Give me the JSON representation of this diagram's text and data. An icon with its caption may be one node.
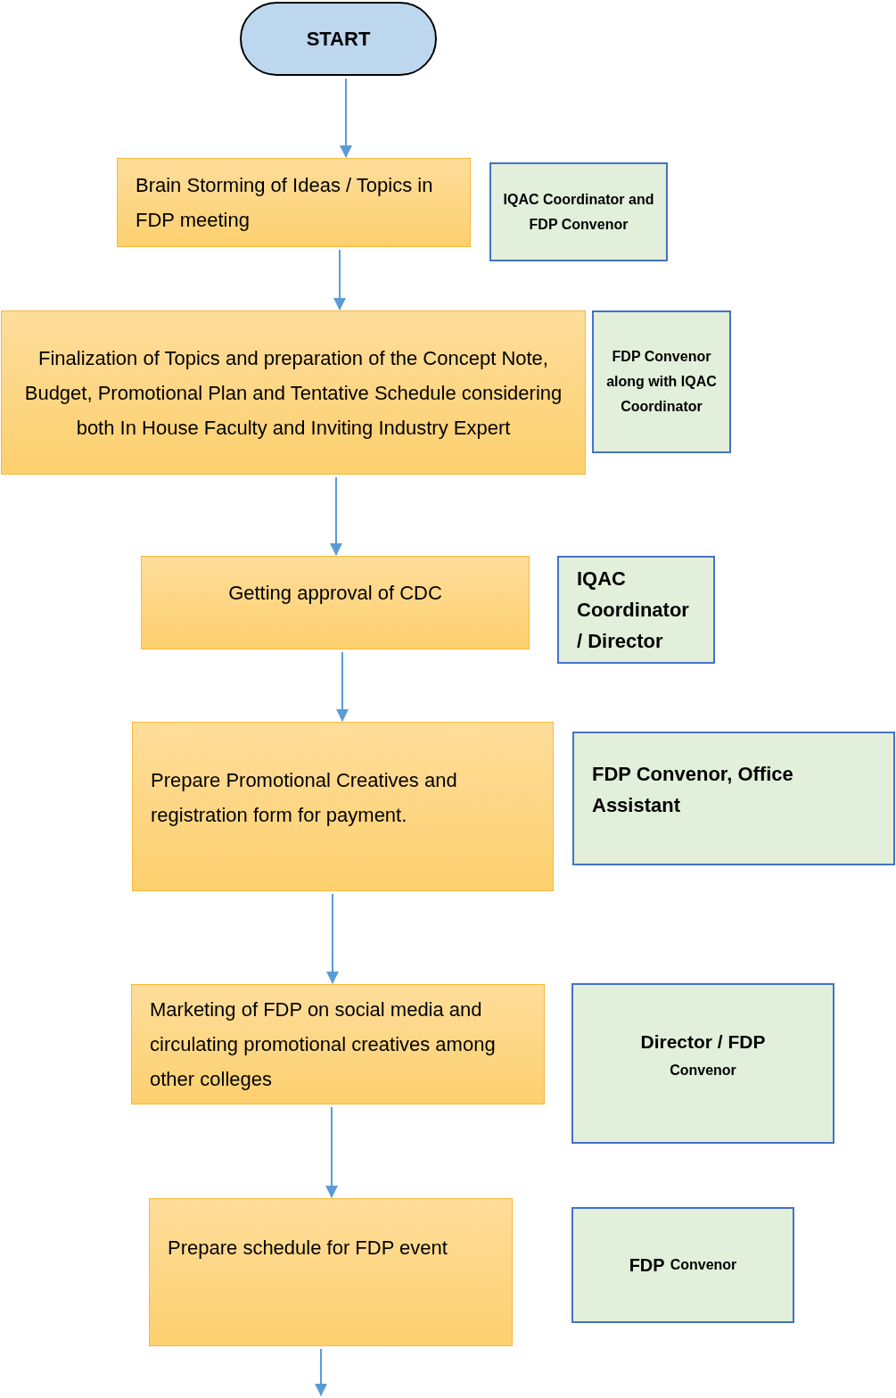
{
  "diagram": {
    "nodes": [
      {
        "text": [
          "START"
        ]
      },
      {
        "text": [
          "Brain Storming of Ideas / Topics in FDP meeting"
        ]
      },
      {
        "text": [
          "IQAC Coordinator and FDP Convenor"
        ]
      },
      {
        "text": [
          "Finalization of Topics and preparation of the Concept Note, Budget, Promotional Plan and Tentative Schedule considering both In House Faculty and Inviting Industry Expert"
        ]
      },
      {
        "text": [
          "FDP Convenor along with IQAC Coordinator"
        ]
      },
      {
        "text": [
          "Getting approval of CDC"
        ]
      },
      {
        "text": [
          "IQAC Coordinator / Director"
        ]
      },
      {
        "text": [
          "Prepare Promotional Creatives and registration form for payment."
        ]
      },
      {
        "text": [
          "FDP Convenor, Office Assistant"
        ]
      },
      {
        "text": [
          "Marketing of FDP on social media and circulating promotional creatives among other colleges"
        ]
      },
      {
        "text": [
          "Director / FDP",
          "Convenor"
        ]
      },
      {
        "text": [
          "Prepare schedule for FDP event"
        ]
      },
      {
        "text": [
          "FDP",
          "Convenor"
        ]
      }
    ],
    "edges": [
      {
        "from": 0,
        "to": 1,
        "arrow": "to"
      },
      {
        "from": 1,
        "to": 3,
        "arrow": "to"
      },
      {
        "from": 3,
        "to": 5,
        "arrow": "to"
      },
      {
        "from": 5,
        "to": 7,
        "arrow": "to"
      },
      {
        "from": 7,
        "to": 9,
        "arrow": "to"
      },
      {
        "from": 9,
        "to": 11,
        "arrow": "to"
      },
      {
        "from": 11,
        "to": null,
        "arrow": "to"
      }
    ]
  }
}
